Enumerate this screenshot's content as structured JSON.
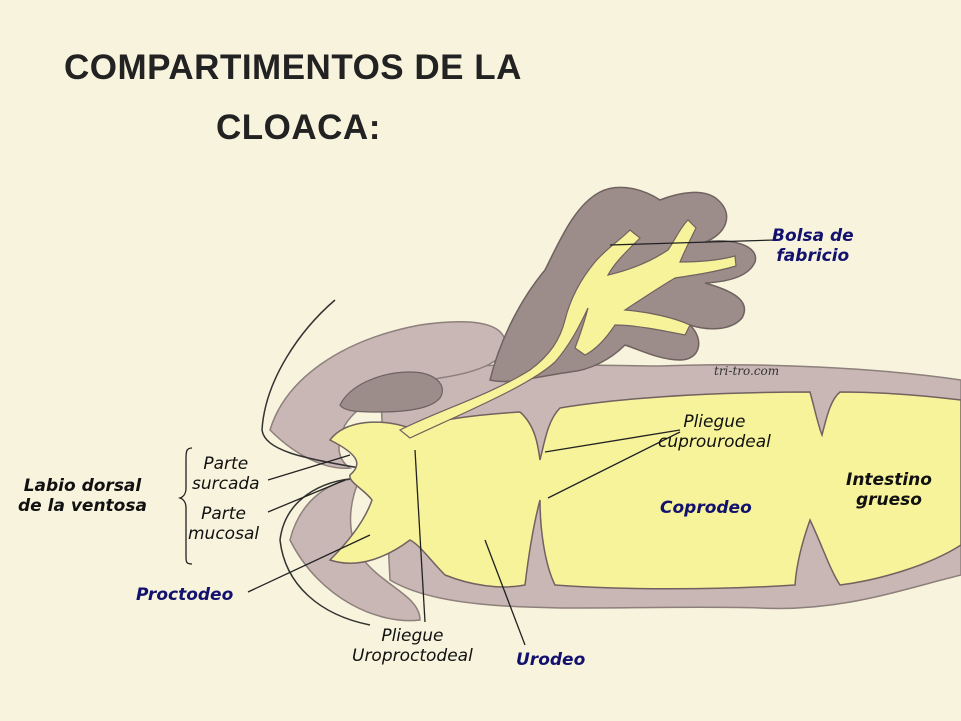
{
  "title": {
    "line1": "COMPARTIMENTOS DE LA",
    "line2": "CLOACA:"
  },
  "watermark": "tri-tro.com",
  "labels": {
    "bolsa_fabricio": [
      "Bolsa de",
      "fabricio"
    ],
    "pliegue_cuprourodeal": [
      "Pliegue",
      "cuprourodeal"
    ],
    "intestino_grueso": [
      "Intestino",
      "grueso"
    ],
    "coprodeo": "Coprodeo",
    "labio_dorsal": [
      "Labio dorsal",
      "de la ventosa"
    ],
    "parte_surcada": [
      "Parte",
      "surcada"
    ],
    "parte_mucosal": [
      "Parte",
      "mucosal"
    ],
    "proctodeo": "Proctodeo",
    "pliegue_uroproctodeal": [
      "Pliegue",
      "Uroproctodeal"
    ],
    "urodeo": "Urodeo"
  },
  "colors": {
    "background": "#f7f3dc",
    "lumen_yellow": "#f7f39a",
    "tissue_mauve": "#c8b7b4",
    "bursa_gray": "#9c8c8a",
    "label_navy": "#12126e",
    "line": "#222222"
  }
}
